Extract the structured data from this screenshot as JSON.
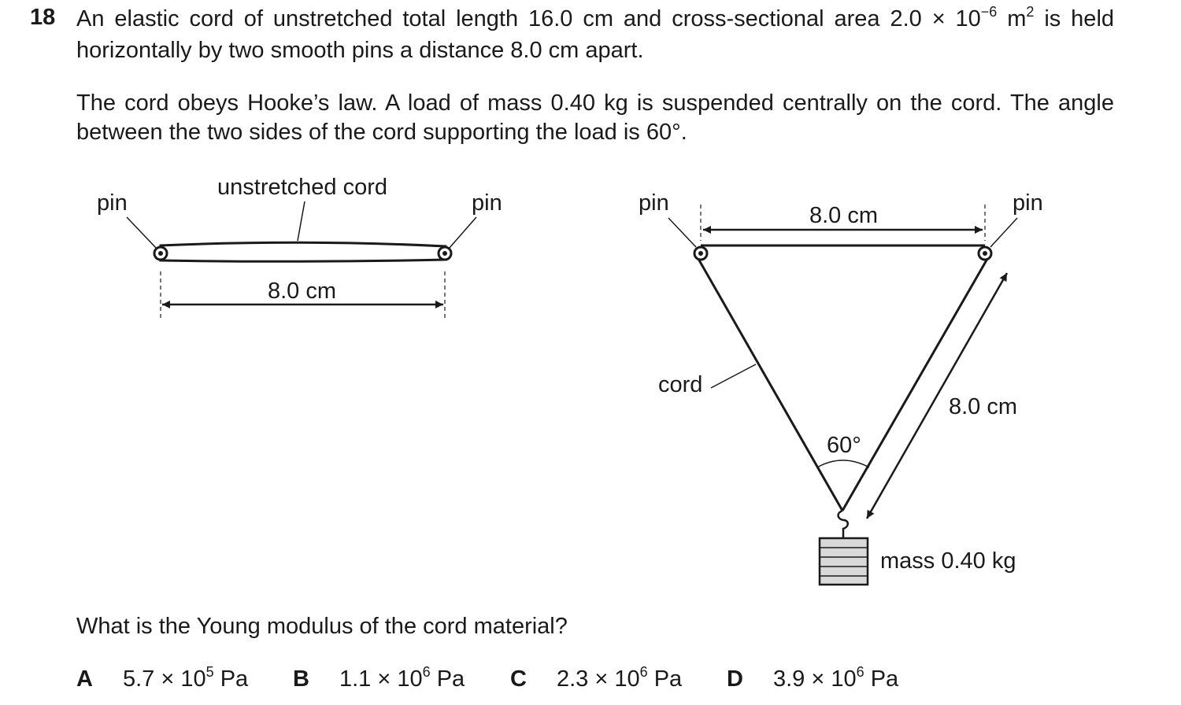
{
  "question": {
    "number": "18",
    "line1": "An elastic cord of unstretched total length 16.0 cm and cross-sectional area 2.0 × 10",
    "area_exp": "−6",
    "m_unit": " m",
    "m_exp": "2",
    "line1_end": " is held horizontally by two smooth pins a distance 8.0 cm apart.",
    "paragraph2": "The cord obeys Hooke’s law. A load of mass 0.40 kg is suspended centrally on the cord. The angle between the two sides of the cord supporting the load is 60°.",
    "prompt": "What is the Young modulus of the cord material?"
  },
  "diagram_left": {
    "pin_left": "pin",
    "pin_right": "pin",
    "cord_label": "unstretched cord",
    "distance": "8.0 cm"
  },
  "diagram_right": {
    "pin_left": "pin",
    "pin_right": "pin",
    "top_distance": "8.0 cm",
    "side_distance": "8.0 cm",
    "cord_label": "cord",
    "angle": "60°",
    "mass_label": "mass 0.40 kg"
  },
  "options": [
    {
      "letter": "A",
      "mantissa": "5.7 × 10",
      "exp": "5",
      "unit": " Pa"
    },
    {
      "letter": "B",
      "mantissa": "1.1 × 10",
      "exp": "6",
      "unit": " Pa"
    },
    {
      "letter": "C",
      "mantissa": "2.3 × 10",
      "exp": "6",
      "unit": " Pa"
    },
    {
      "letter": "D",
      "mantissa": "3.9 × 10",
      "exp": "6",
      "unit": " Pa"
    }
  ]
}
